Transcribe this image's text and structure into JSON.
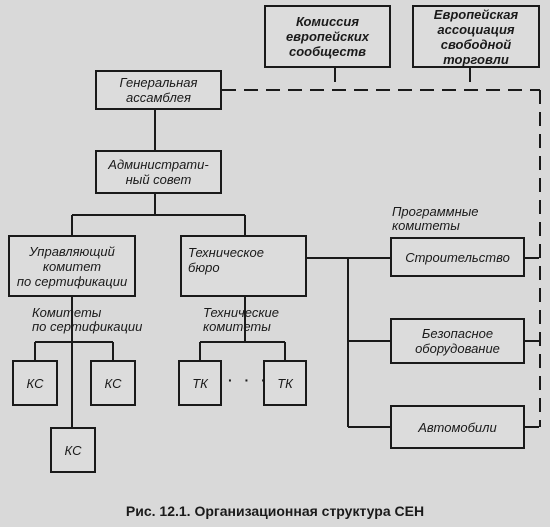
{
  "boxes": {
    "commission": "Комиссия\nевропейских\nсообществ",
    "efta": "Европейская\nассоциация\nсвободной\nторговли",
    "general_assembly": "Генеральная\nассамблея",
    "admin_council": "Администрати-\nный совет",
    "cert_committee": "Управляющий\nкомитет\nпо сертификации",
    "tech_bureau": "Техническое\nбюро",
    "construction": "Строительство",
    "safe_equipment": "Безопасное\nоборудование",
    "automobiles": "Автомобили",
    "ks1": "КС",
    "ks2": "КС",
    "ks3": "КС",
    "tk1": "ТК",
    "tk2": "ТК"
  },
  "labels": {
    "program_committees": "Программные\nкомитеты",
    "cert_committees": "Комитеты\nпо сертификации",
    "tech_committees": "Технические\nкомитеты",
    "dots": "· · ·"
  },
  "caption": "Рис. 12.1. Организационная структура СЕН"
}
